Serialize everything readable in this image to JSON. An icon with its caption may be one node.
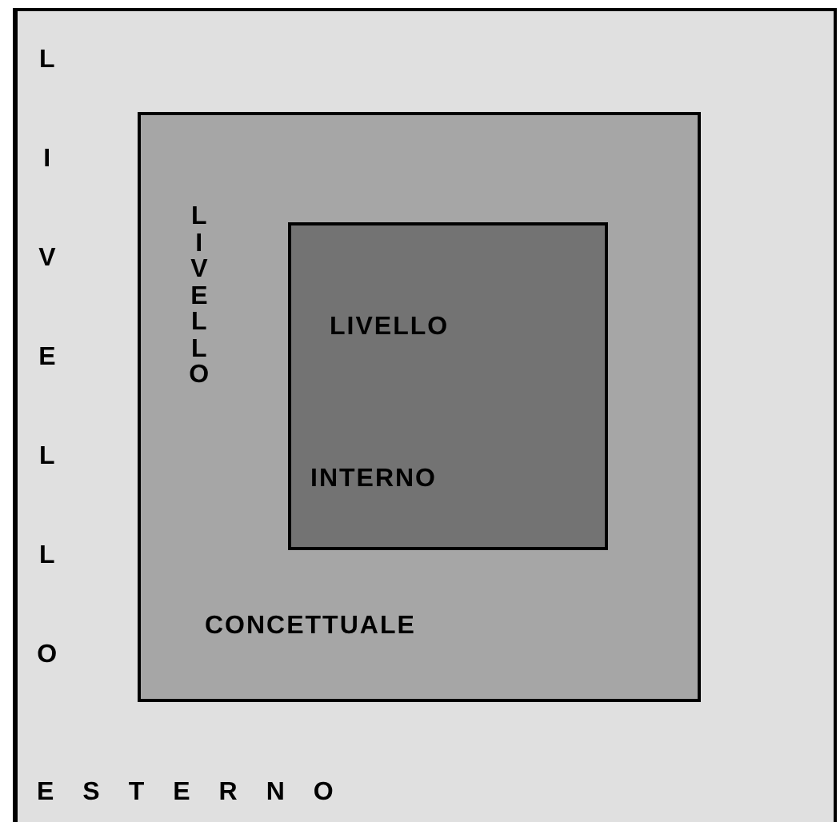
{
  "diagram": {
    "nodes": [
      {
        "text": [
          "LIVELLO",
          "ESTERNO"
        ]
      },
      {
        "text": [
          "LIVELLO",
          "CONCETTUALE"
        ],
        "in": 0
      },
      {
        "text": [
          "LIVELLO",
          "INTERNO"
        ],
        "in": 1
      }
    ]
  }
}
